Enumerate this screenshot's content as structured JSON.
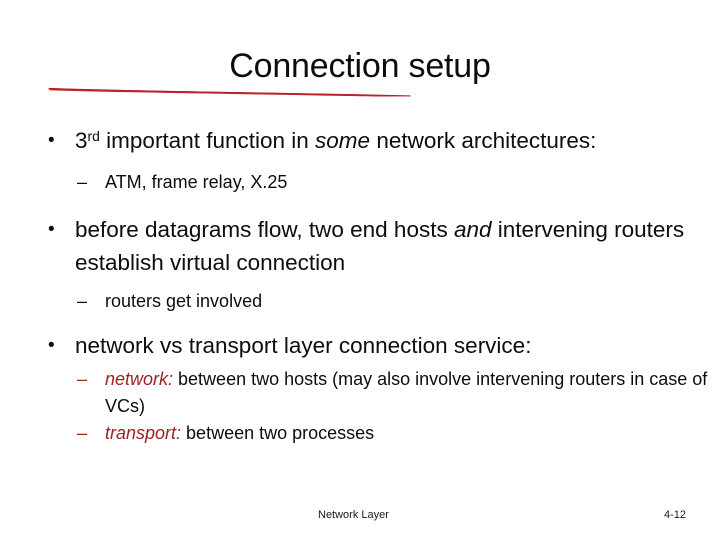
{
  "slide": {
    "title": "Connection setup",
    "accent_color": "#9c2224",
    "underline_color": "#c0282d",
    "background_color": "#ffffff",
    "text_color": "#0d0d0d"
  },
  "bullets": {
    "b1": {
      "marker": "•",
      "pre": "3",
      "ordinal": "rd",
      "mid": " important function in ",
      "italic": "some",
      "post": " network architectures:"
    },
    "b1s1": {
      "marker": "–",
      "text": "ATM, frame relay, X.25"
    },
    "b2": {
      "marker": "•",
      "pre": "before datagrams flow, two end hosts ",
      "italic": "and",
      "post": " intervening routers establish virtual connection"
    },
    "b2s1": {
      "marker": "–",
      "text": "routers get involved"
    },
    "b3": {
      "marker": "•",
      "text": "network vs transport layer connection service:"
    },
    "b3s1": {
      "marker": "–",
      "accent": "network:",
      "text": " between two hosts (may also involve intervening routers in case of VCs)"
    },
    "b3s2": {
      "marker": "–",
      "accent": "transport:",
      "text": " between two processes"
    }
  },
  "footer": {
    "center": "Network Layer",
    "page_number": "4-12"
  }
}
